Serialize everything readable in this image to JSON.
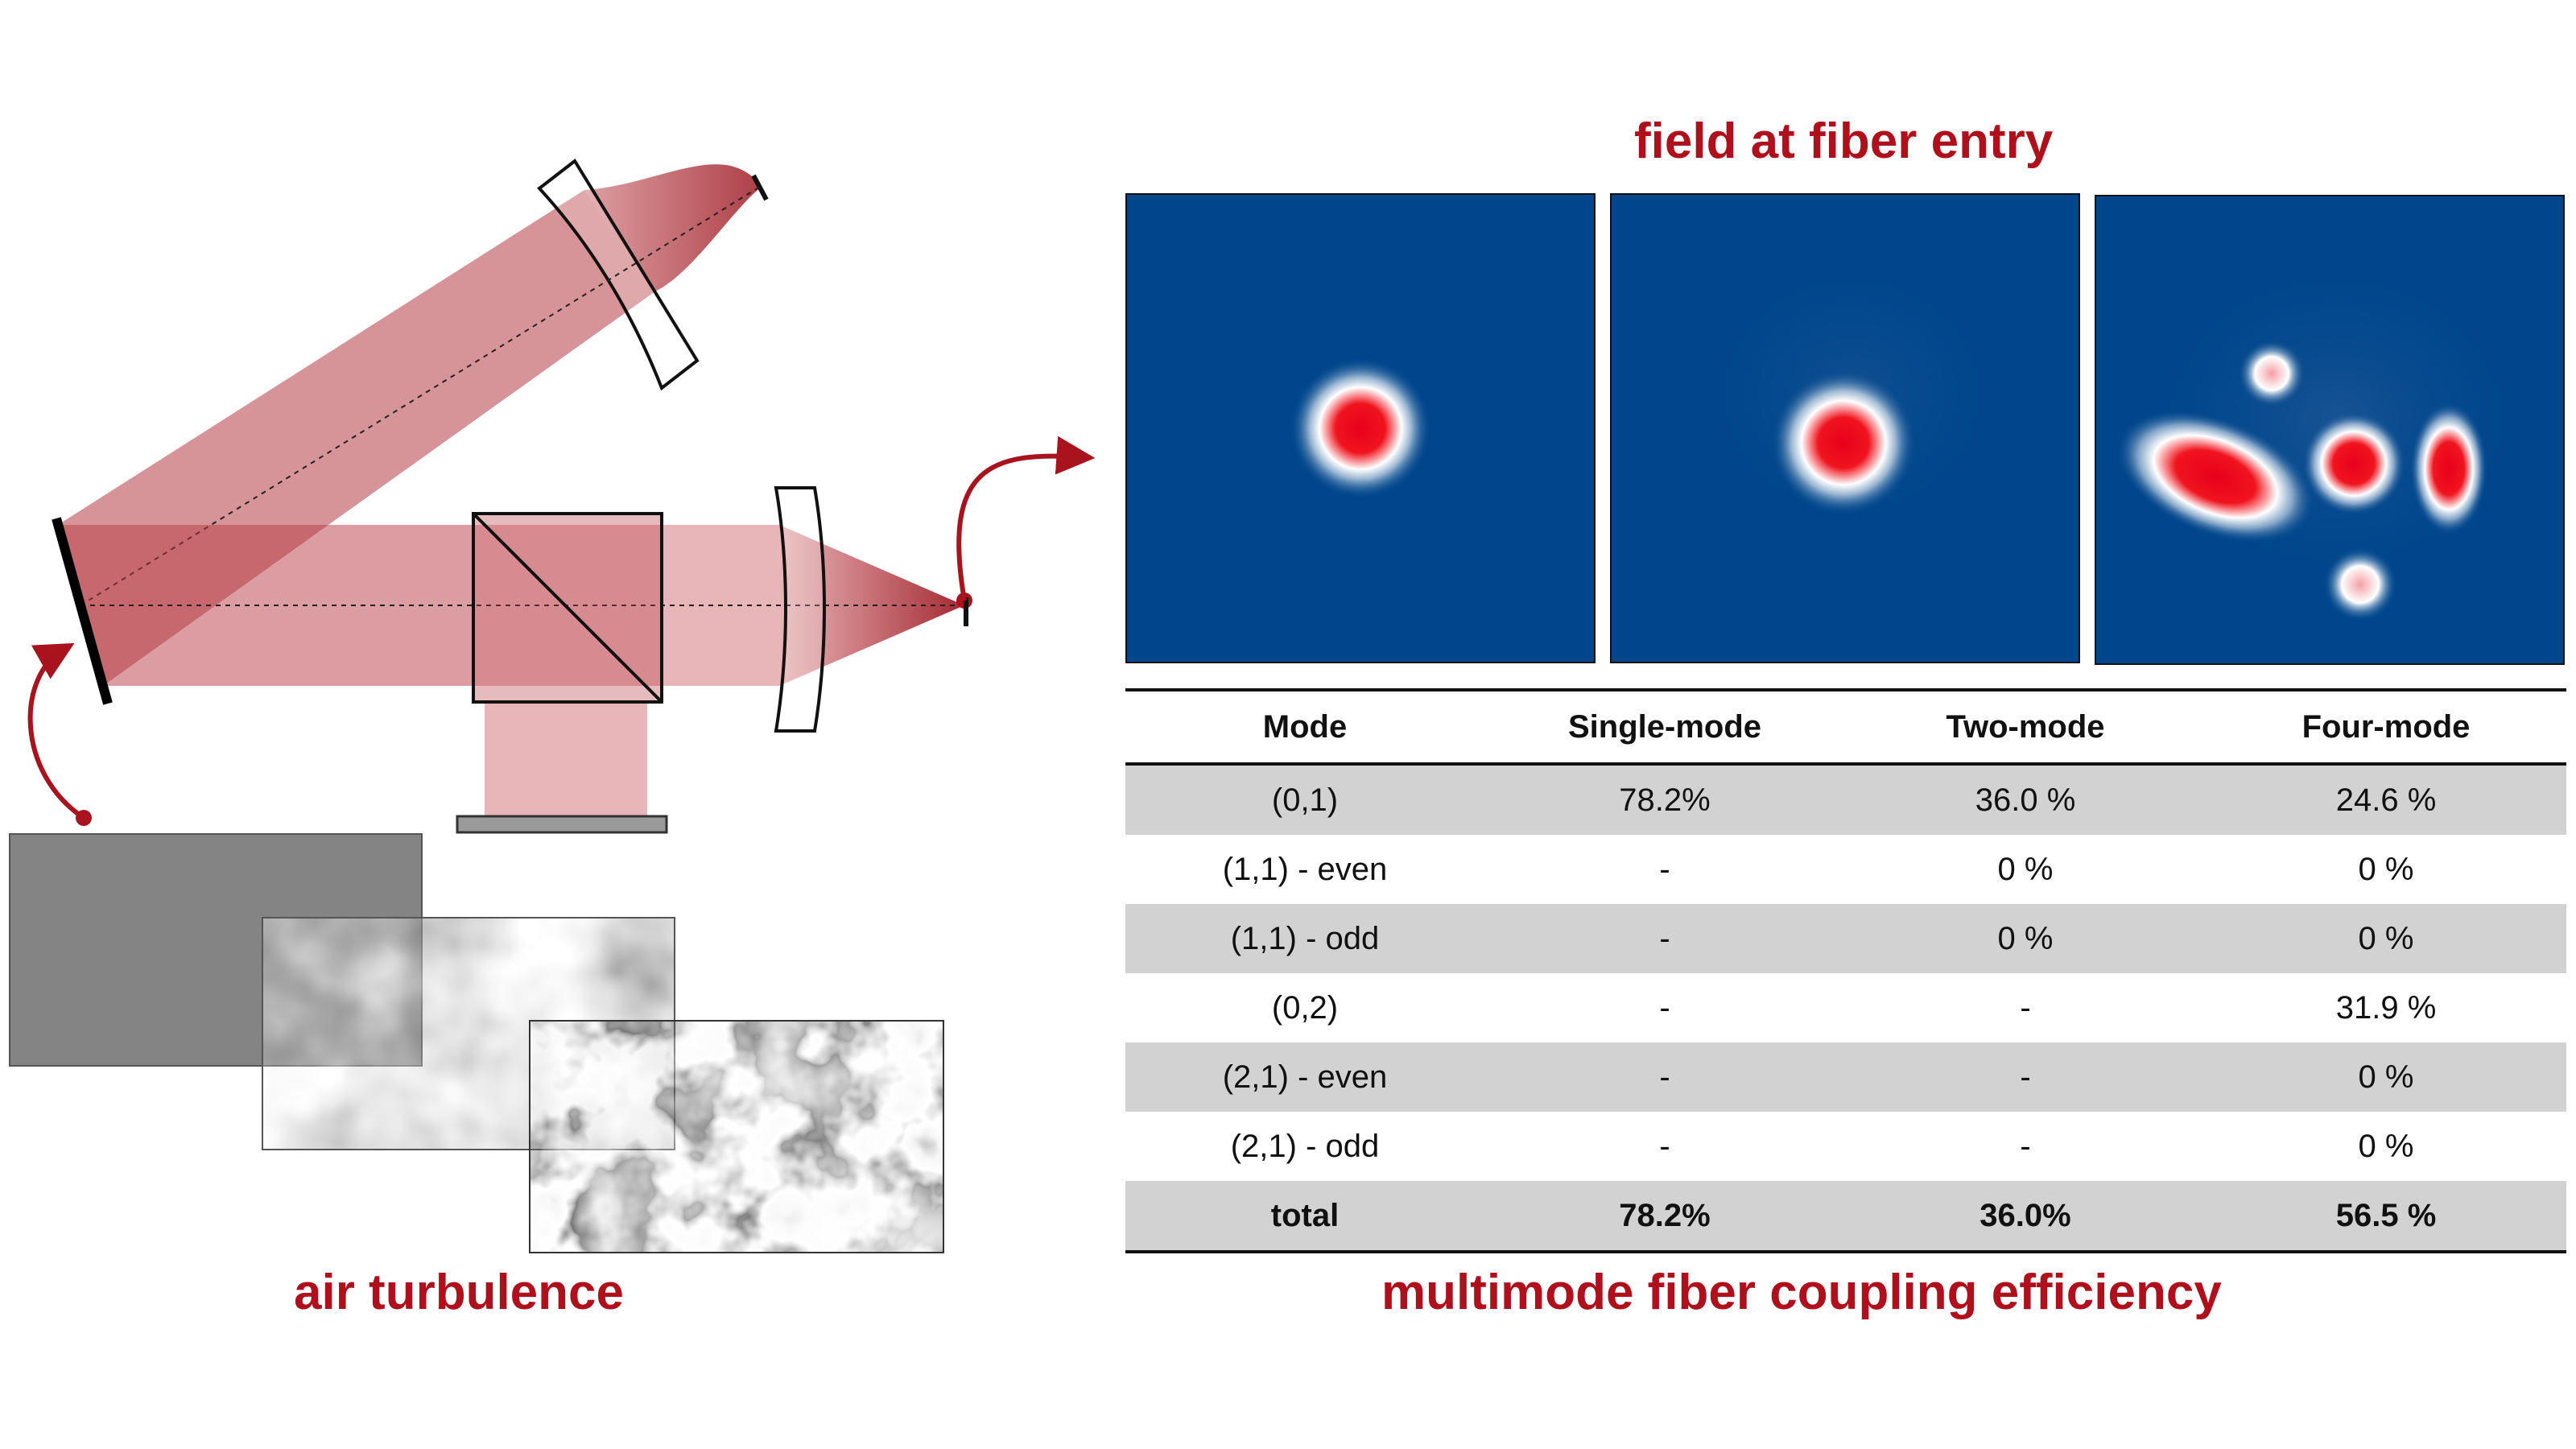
{
  "titles": {
    "field": "field at fiber entry",
    "air": "air turbulence",
    "efficiency": "multimode fiber coupling efficiency"
  },
  "colors": {
    "title_red": "#b0101c",
    "field_background": "#00468c",
    "beam_red": "#b73c44",
    "table_shade": "#d2d2d2"
  },
  "field_panels": [
    {
      "name": "single-mode-field"
    },
    {
      "name": "two-mode-field"
    },
    {
      "name": "four-mode-field"
    }
  ],
  "table": {
    "headers": [
      "Mode",
      "Single-mode",
      "Two-mode",
      "Four-mode"
    ],
    "rows": [
      [
        "(0,1)",
        "78.2%",
        "36.0 %",
        "24.6 %"
      ],
      [
        "(1,1) - even",
        "-",
        "0 %",
        "0 %"
      ],
      [
        "(1,1) - odd",
        "-",
        "0 %",
        "0 %"
      ],
      [
        "(0,2)",
        "-",
        "-",
        "31.9 %"
      ],
      [
        "(2,1) - even",
        "-",
        "-",
        "0 %"
      ],
      [
        "(2,1) - odd",
        "-",
        "-",
        "0 %"
      ]
    ],
    "total": [
      "total",
      "78.2%",
      "36.0%",
      "56.5 %"
    ]
  }
}
